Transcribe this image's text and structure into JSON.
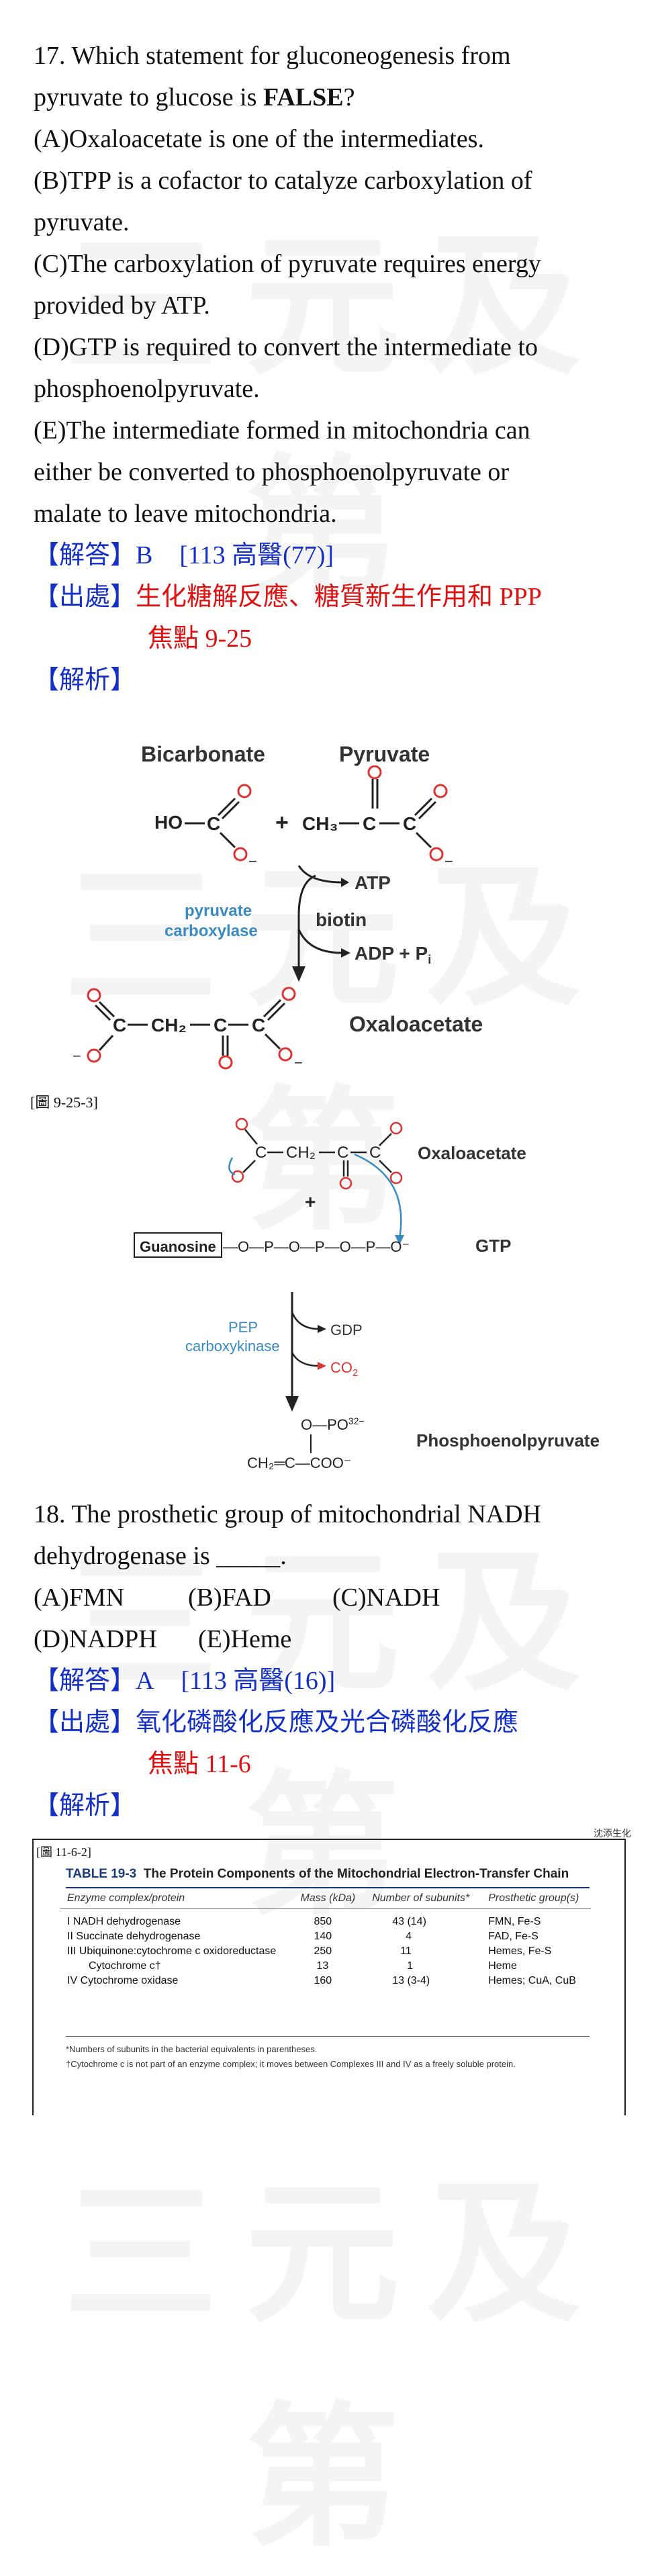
{
  "watermark": "三元及第",
  "q17": {
    "stem_1": "17. Which statement for gluconeogenesis from",
    "stem_2a": "pyruvate to glucose is ",
    "stem_2b": "FALSE",
    "stem_2c": "?",
    "options": [
      "(A)Oxaloacetate is one of the intermediates.",
      "(B)TPP is a cofactor to catalyze carboxylation of",
      "pyruvate.",
      "(C)The carboxylation of pyruvate requires energy",
      "provided by ATP.",
      "(D)GTP is required to convert the intermediate to",
      "phosphoenolpyruvate.",
      "(E)The intermediate formed in mitochondria can",
      "either be converted to phosphoenolpyruvate or",
      "malate to leave mitochondria."
    ],
    "answer_label": "【解答】",
    "answer": "B",
    "answer_src": "[113 高醫(77)]",
    "source_label": "【出處】",
    "source": "生化糖解反應、糖質新生作用和 PPP",
    "focus": "焦點 9-25",
    "analysis_label": "【解析】"
  },
  "fig1": {
    "bicarbonate": "Bicarbonate",
    "pyruvate": "Pyruvate",
    "enzyme_1": "pyruvate",
    "enzyme_2": "carboxylase",
    "biotin": "biotin",
    "atp": "ATP",
    "adp": "ADP + P",
    "adp_sub": "i",
    "oxaloacetate": "Oxaloacetate"
  },
  "fig2": {
    "label": "[圖 9-25-3]",
    "oxaloacetate": "Oxaloacetate",
    "guanosine": "Guanosine",
    "gtp": "GTP",
    "enzyme_1": "PEP",
    "enzyme_2": "carboxykinase",
    "gdp": "GDP",
    "co2": "CO",
    "co2_sub": "2",
    "pep": "Phosphoenolpyruvate",
    "pep_top": "O—PO",
    "pep_bottom": "CH₂═C—COO⁻"
  },
  "q18": {
    "stem_1": "18. The prosthetic group of mitochondrial NADH",
    "stem_2": "dehydrogenase is _____.",
    "opts_row1": [
      "(A)FMN",
      "(B)FAD",
      "(C)NADH"
    ],
    "opts_row2": [
      "(D)NADPH",
      "(E)Heme"
    ],
    "answer_label": "【解答】",
    "answer": "A",
    "answer_src": "[113 高醫(16)]",
    "source_label": "【出處】",
    "source": "氧化磷酸化反應及光合磷酸化反應",
    "focus": "焦點 11-6",
    "analysis_label": "【解析】"
  },
  "fig3": {
    "label": "[圖 11-6-2]",
    "corner": "沈添生化",
    "title_prefix": "TABLE 19-3",
    "title": "The Protein Components of the Mitochondrial Electron-Transfer Chain",
    "headers": [
      "Enzyme complex/protein",
      "Mass (kDa)",
      "Number of subunits*",
      "Prosthetic group(s)"
    ],
    "rows": [
      [
        "I  NADH dehydrogenase",
        "850",
        "43 (14)",
        "FMN, Fe-S"
      ],
      [
        "II  Succinate dehydrogenase",
        "140",
        "4",
        "FAD, Fe-S"
      ],
      [
        "III  Ubiquinone:cytochrome c oxidoreductase",
        "250",
        "11",
        "Hemes, Fe-S"
      ],
      [
        "Cytochrome c†",
        "13",
        "1",
        "Heme"
      ],
      [
        "IV  Cytochrome oxidase",
        "160",
        "13 (3-4)",
        "Hemes; CuA, CuB"
      ]
    ],
    "foot_1": "*Numbers of subunits in the bacterial equivalents in parentheses.",
    "foot_2": "†Cytochrome c is not part of an enzyme complex; it moves between Complexes III and IV as a freely soluble protein."
  }
}
